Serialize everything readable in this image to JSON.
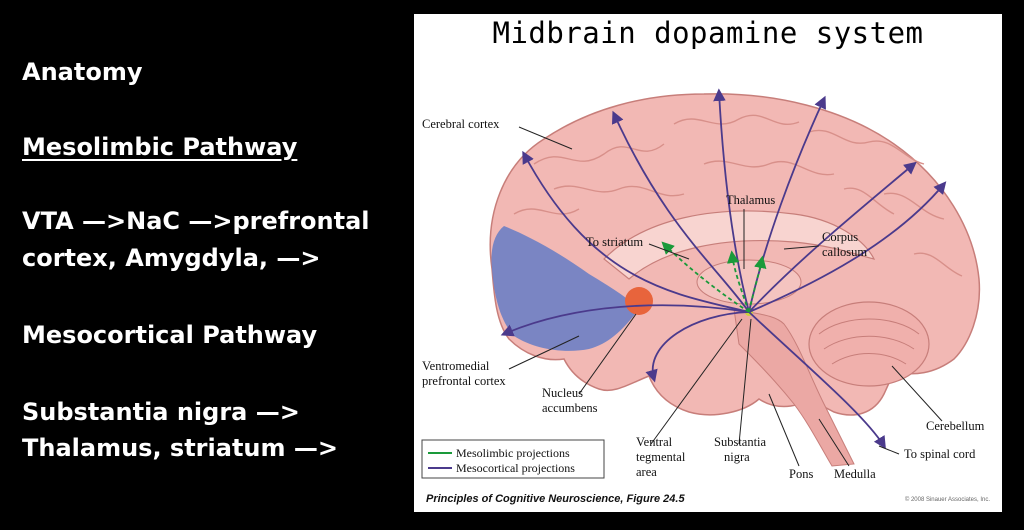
{
  "notes": {
    "anatomy": "Anatomy",
    "meso_heading": "Mesolimbic Pathway",
    "vta_line1": "VTA —>NaC —>prefrontal",
    "vta_line2": "cortex, Amygdyla, —>",
    "mesocortical": "Mesocortical Pathway",
    "sn_line1": "Substantia nigra —>",
    "sn_line2": "Thalamus, striatum —>"
  },
  "figure": {
    "title": "Midbrain dopamine system",
    "labels": {
      "cerebral_cortex": "Cerebral cortex",
      "thalamus": "Thalamus",
      "to_striatum": "To striatum",
      "corpus_1": "Corpus",
      "corpus_2": "callosum",
      "ventromedial_1": "Ventromedial",
      "ventromedial_2": "prefrontal cortex",
      "nucleus_1": "Nucleus",
      "nucleus_2": "accumbens",
      "ventral_1": "Ventral",
      "ventral_2": "tegmental",
      "ventral_3": "area",
      "substantia_1": "Substantia",
      "substantia_2": "nigra",
      "pons": "Pons",
      "medulla": "Medulla",
      "cerebellum": "Cerebellum",
      "spinal": "To spinal cord"
    },
    "legend": {
      "mesolimbic": "Mesolimbic projections",
      "mesocortical": "Mesocortical projections"
    },
    "caption": "Principles of Cognitive Neuroscience, Figure 24.5",
    "copyright": "© 2008 Sinauer Associates, Inc.",
    "colors": {
      "mesolimbic": "#1a9a3a",
      "mesocortical": "#4b3a8c",
      "brain": "#f2b8b4",
      "prefrontal": "#6d7fc4",
      "accumbens": "#e8643c"
    }
  }
}
